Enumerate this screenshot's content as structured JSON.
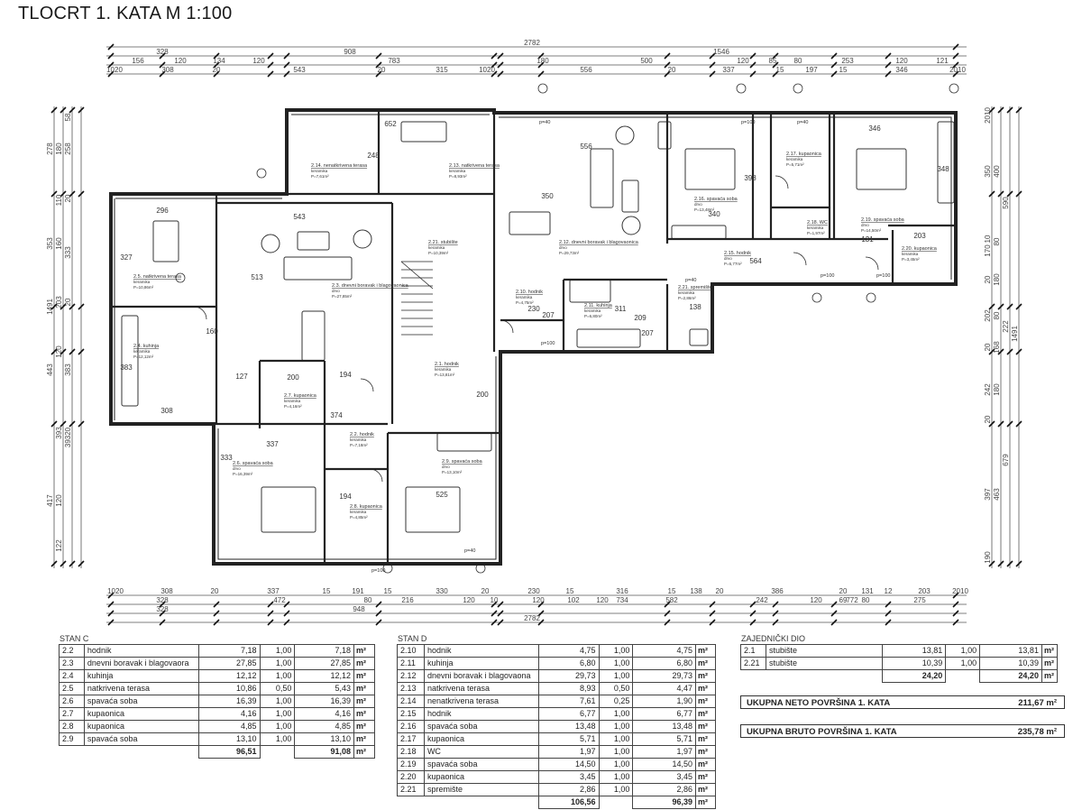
{
  "title": "TLOCRT 1. KATA M 1:100",
  "dimensions": {
    "top": [
      [
        "2782"
      ],
      [
        "328",
        "908",
        "1546"
      ],
      [
        "156",
        "120",
        "134",
        "120",
        "783",
        "180",
        "500",
        "120",
        "85",
        "80",
        "253",
        "120",
        "121"
      ],
      [
        "1020",
        "308",
        "20",
        "543",
        "20",
        "315",
        "1020",
        "556",
        "20",
        "337",
        "15",
        "197",
        "15",
        "346",
        "2010"
      ]
    ],
    "bottom": [
      [
        "1020",
        "308",
        "20",
        "337",
        "15",
        "191",
        "15",
        "330",
        "20",
        "230",
        "15",
        "316",
        "15",
        "138",
        "20",
        "386",
        "20",
        "131",
        "12",
        "203",
        "2010"
      ],
      [
        "328",
        "472",
        "80",
        "216",
        "120",
        "10",
        "120",
        "102",
        "120",
        "734",
        "582",
        "242",
        "120",
        "69",
        "80",
        "275",
        "772"
      ],
      [
        "328",
        "948"
      ],
      [
        "2782"
      ]
    ],
    "left": [
      [
        "278",
        "353",
        "1491",
        "443",
        "417"
      ],
      [
        "180",
        "110",
        "160",
        "203",
        "120",
        "393",
        "120",
        "122"
      ],
      [
        "58",
        "258",
        "20",
        "333",
        "20",
        "383",
        "39320"
      ]
    ],
    "right": [
      [
        "2010",
        "350",
        "10",
        "170",
        "20",
        "202",
        "20",
        "242",
        "20",
        "397",
        "190"
      ],
      [
        "400",
        "80",
        "180",
        "80",
        "168",
        "180",
        "463"
      ],
      [
        "590",
        "222",
        "679"
      ],
      [
        "1491"
      ]
    ]
  },
  "interior_dims": [
    "652",
    "248",
    "296",
    "327",
    "543",
    "513",
    "160",
    "383",
    "308",
    "127",
    "200",
    "194",
    "374",
    "337",
    "194",
    "333",
    "525",
    "556",
    "350",
    "230",
    "207",
    "311",
    "209",
    "340",
    "398",
    "346",
    "348",
    "564",
    "131",
    "203",
    "138",
    "207",
    "200"
  ],
  "rooms": [
    {
      "label": "2.14. nenatkrivena terasa",
      "floor": "keramika",
      "area": "P=7,61m²"
    },
    {
      "label": "2.13. natkrivena terasa",
      "floor": "keramika",
      "area": "P=8,93m²"
    },
    {
      "label": "2.5. natkrivena terasa",
      "floor": "keramika",
      "area": "P=10,86m²"
    },
    {
      "label": "2.3. dnevni boravak i blagovaonica",
      "floor": "drvo",
      "area": "P=27,85m²"
    },
    {
      "label": "2.4. kuhinja",
      "floor": "keramika",
      "area": "P=12,12m²"
    },
    {
      "label": "2.21. stubište",
      "floor": "keramika",
      "area": "P=10,39m²"
    },
    {
      "label": "2.1. hodnik",
      "floor": "keramika",
      "area": "P=13,81m²"
    },
    {
      "label": "2.7. kupaonica",
      "floor": "keramika",
      "area": "P=4,16m²"
    },
    {
      "label": "2.2. hodnik",
      "floor": "keramika",
      "area": "P=7,18m²"
    },
    {
      "label": "2.6. spavaća soba",
      "floor": "drvo",
      "area": "P=16,39m²"
    },
    {
      "label": "2.8. kupaonica",
      "floor": "keramika",
      "area": "P=4,85m²"
    },
    {
      "label": "2.9. spavaća soba",
      "floor": "drvo",
      "area": "P=13,10m²"
    },
    {
      "label": "2.12. dnevni boravak i blagovaonica",
      "floor": "drvo",
      "area": "P=29,73m²"
    },
    {
      "label": "2.10. hodnik",
      "floor": "keramika",
      "area": "P=4,75m²"
    },
    {
      "label": "2.11. kuhinja",
      "floor": "keramika",
      "area": "P=6,80m²"
    },
    {
      "label": "2.21. spremište",
      "floor": "keramika",
      "area": "P=2,86m²"
    },
    {
      "label": "2.16. spavaća soba",
      "floor": "drvo",
      "area": "P=13,48m²"
    },
    {
      "label": "2.17. kupaonica",
      "floor": "keramika",
      "area": "P=5,71m²"
    },
    {
      "label": "2.18. WC",
      "floor": "keramika",
      "area": "P=1,97m²"
    },
    {
      "label": "2.15. hodnik",
      "floor": "drvo",
      "area": "P=6,77m²"
    },
    {
      "label": "2.19. spavaća soba",
      "floor": "drvo",
      "area": "P=14,50m²"
    },
    {
      "label": "2.20. kupaonica",
      "floor": "keramika",
      "area": "P=3,45m²"
    }
  ],
  "door_labels": [
    "p=40",
    "p=100",
    "p=40",
    "p=100",
    "p=100",
    "p=100",
    "p=100",
    "p=40",
    "p=40"
  ],
  "stan_c": {
    "title": "STAN C",
    "rows": [
      [
        "2.2",
        "hodnik",
        "7,18",
        "1,00",
        "7,18",
        "m²"
      ],
      [
        "2.3",
        "dnevni boravak i blagovaora",
        "27,85",
        "1,00",
        "27,85",
        "m²"
      ],
      [
        "2.4",
        "kuhinja",
        "12,12",
        "1,00",
        "12,12",
        "m²"
      ],
      [
        "2.5",
        "natkrivena terasa",
        "10,86",
        "0,50",
        "5,43",
        "m²"
      ],
      [
        "2.6",
        "spavaća soba",
        "16,39",
        "1,00",
        "16,39",
        "m²"
      ],
      [
        "2.7",
        "kupaonica",
        "4,16",
        "1,00",
        "4,16",
        "m²"
      ],
      [
        "2.8",
        "kupaonica",
        "4,85",
        "1,00",
        "4,85",
        "m²"
      ],
      [
        "2.9",
        "spavaća soba",
        "13,10",
        "1,00",
        "13,10",
        "m²"
      ]
    ],
    "total_area": "96,51",
    "total_weighted": "91,08",
    "unit": "m²"
  },
  "stan_d": {
    "title": "STAN D",
    "rows": [
      [
        "2.10",
        "hodnik",
        "4,75",
        "1,00",
        "4,75",
        "m²"
      ],
      [
        "2.11",
        "kuhinja",
        "6,80",
        "1,00",
        "6,80",
        "m²"
      ],
      [
        "2.12",
        "dnevni boravak i blagovaona",
        "29,73",
        "1,00",
        "29,73",
        "m²"
      ],
      [
        "2.13",
        "natkrivena terasa",
        "8,93",
        "0,50",
        "4,47",
        "m²"
      ],
      [
        "2.14",
        "nenatkrivena terasa",
        "7,61",
        "0,25",
        "1,90",
        "m²"
      ],
      [
        "2.15",
        "hodnik",
        "6,77",
        "1,00",
        "6,77",
        "m²"
      ],
      [
        "2.16",
        "spavaća soba",
        "13,48",
        "1,00",
        "13,48",
        "m²"
      ],
      [
        "2.17",
        "kupaonica",
        "5,71",
        "1,00",
        "5,71",
        "m²"
      ],
      [
        "2.18",
        "WC",
        "1,97",
        "1,00",
        "1,97",
        "m²"
      ],
      [
        "2.19",
        "spavaća soba",
        "14,50",
        "1,00",
        "14,50",
        "m²"
      ],
      [
        "2.20",
        "kupaonica",
        "3,45",
        "1,00",
        "3,45",
        "m²"
      ],
      [
        "2.21",
        "spremište",
        "2,86",
        "1,00",
        "2,86",
        "m²"
      ]
    ],
    "total_area": "106,56",
    "total_weighted": "96,39",
    "unit": "m²"
  },
  "common": {
    "title": "ZAJEDNIČKI DIO",
    "rows": [
      [
        "2.1",
        "stubište",
        "13,81",
        "1,00",
        "13,81",
        "m²"
      ],
      [
        "2.21",
        "stubište",
        "10,39",
        "1,00",
        "10,39",
        "m²"
      ]
    ],
    "total_area": "24,20",
    "total_weighted": "24,20",
    "unit": "m²"
  },
  "summary": {
    "neto_label": "UKUPNA NETO POVRŠINA 1. KATA",
    "neto_value": "211,67 m²",
    "bruto_label": "UKUPNA BRUTO POVRŠINA 1. KATA",
    "bruto_value": "235,78 m²"
  }
}
